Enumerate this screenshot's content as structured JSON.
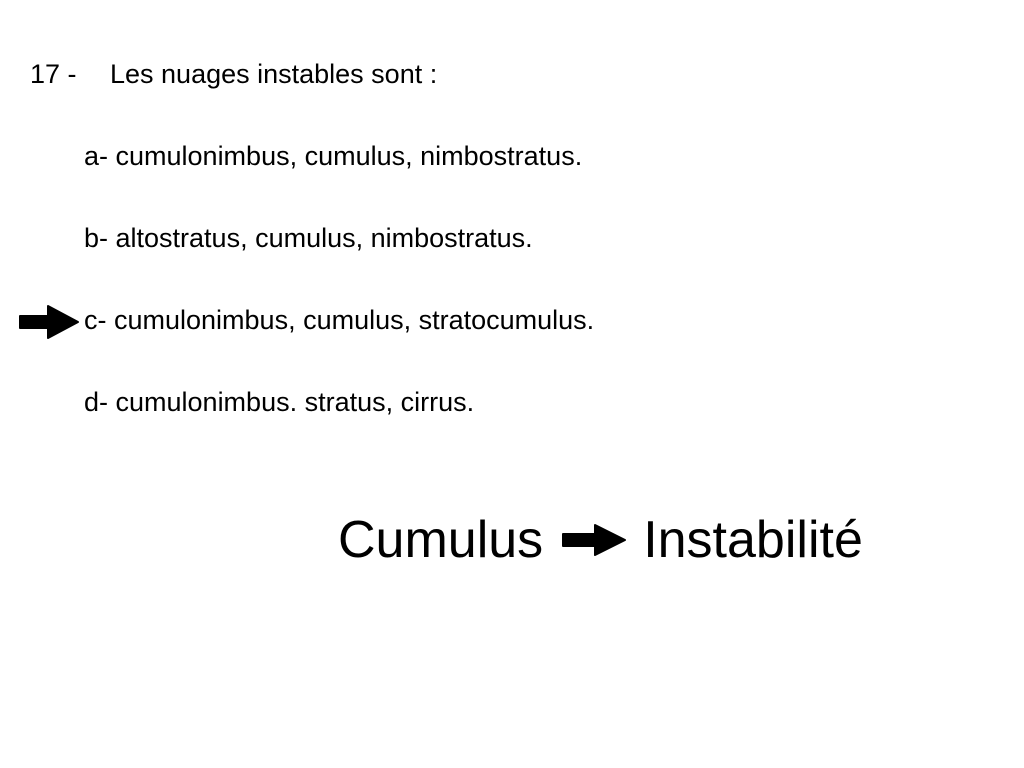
{
  "question": {
    "number": "17 -",
    "text": "Les nuages instables sont :"
  },
  "options": [
    {
      "label": "a- cumulonimbus, cumulus, nimbostratus."
    },
    {
      "label": "b- altostratus, cumulus, nimbostratus."
    },
    {
      "label": "c- cumulonimbus, cumulus, stratocumulus."
    },
    {
      "label": "d- cumulonimbus. stratus, cirrus."
    }
  ],
  "answer": {
    "selected_option": "c",
    "marker_icon": "right-arrow-icon"
  },
  "conclusion": {
    "left": "Cumulus",
    "arrow_icon": "right-arrow-icon",
    "right": "Instabilité"
  },
  "colors": {
    "text": "#000000",
    "background": "#ffffff"
  }
}
